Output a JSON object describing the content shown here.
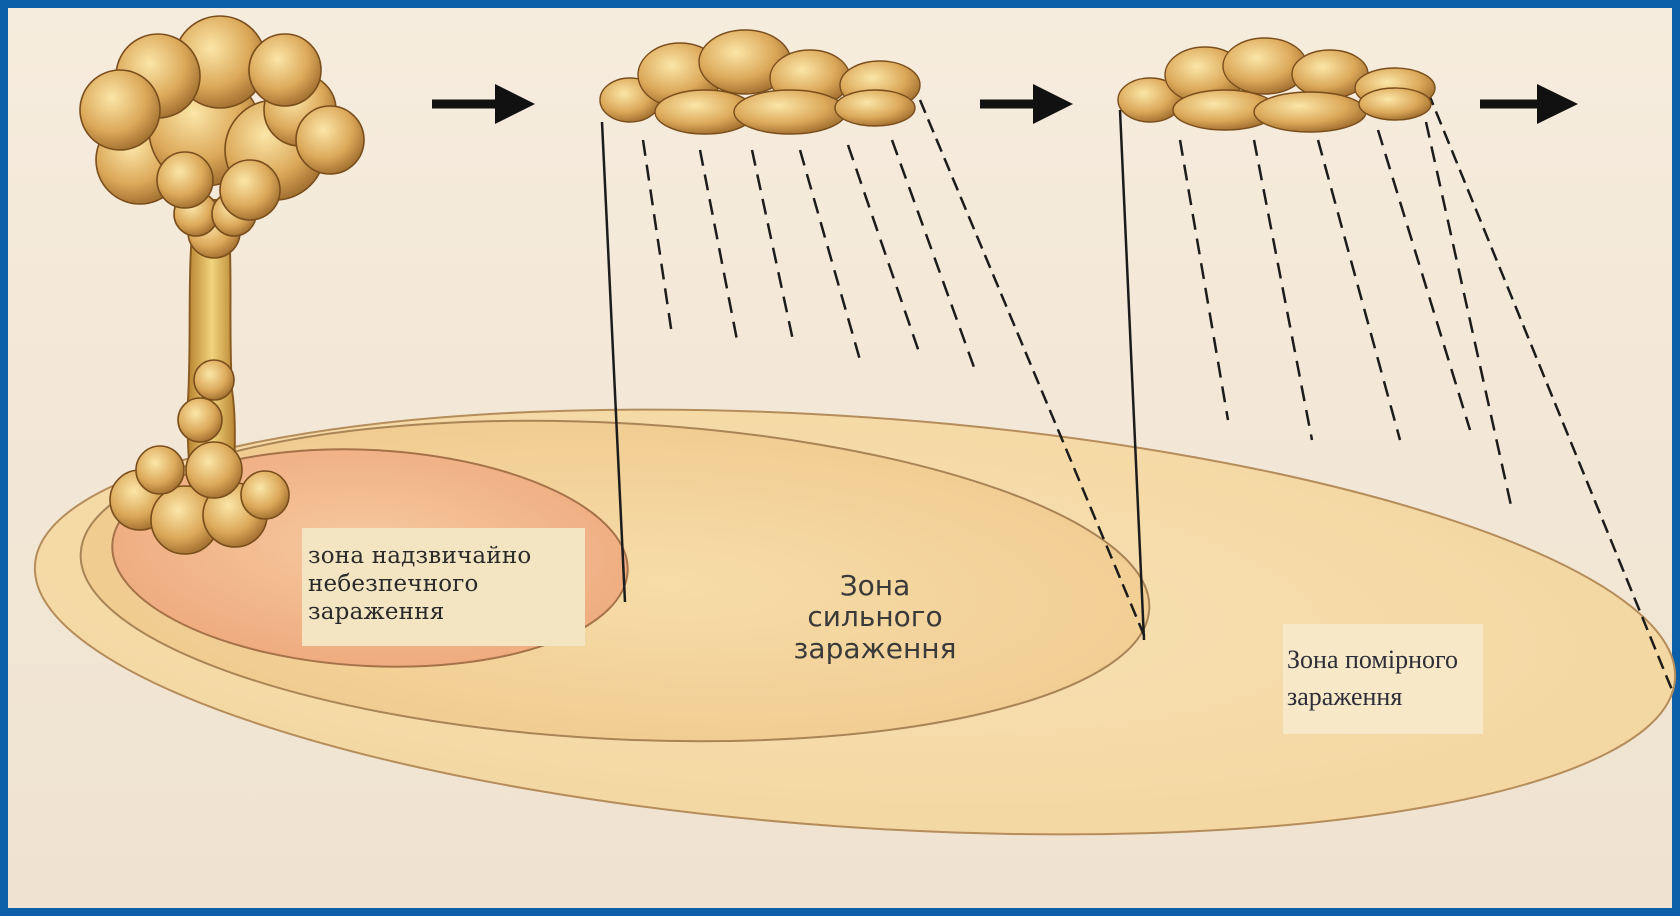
{
  "labels": {
    "extreme_zone": [
      "зона надзвичайно",
      "небезпечного",
      "зараження"
    ],
    "strong_zone": [
      "Зона",
      "сильного",
      "зараження"
    ],
    "moderate_zone": [
      "Зона помірного",
      "зараження"
    ]
  },
  "icons": [
    "mushroom-cloud-icon",
    "fallout-cloud-icon",
    "drift-arrow-icon"
  ],
  "colors": {
    "frame": "#0b5fa8",
    "background": "#f4e9da",
    "outer_zone": "#f6dca9",
    "strong_zone": "#f3d29a",
    "extreme_zone": "#f1b98e",
    "outline": "#b58d5a",
    "fallout_line": "#1c1c1c",
    "cloud": "#d8aa5c"
  }
}
